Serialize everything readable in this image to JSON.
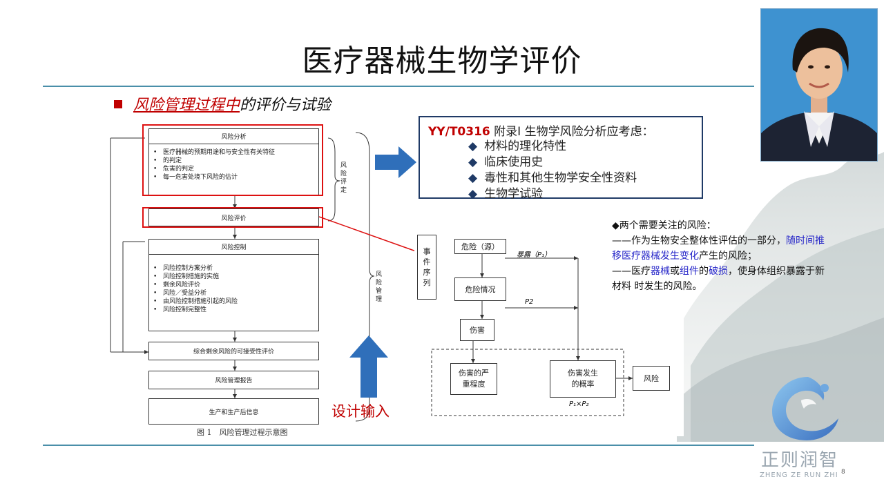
{
  "slide": {
    "title": "医疗器械生物学评价",
    "section_highlight": "风险管理过程中",
    "section_rest": "的评价与试验",
    "page_number": "8"
  },
  "flowchart": {
    "box_analysis": {
      "title": "风险分析",
      "items": [
        "医疗器械的预期用途和与安全性有关特征",
        "的判定",
        "危害的判定",
        "每一危害处境下风险的估计"
      ]
    },
    "box_evaluation": "风险评价",
    "box_control": {
      "title": "风险控制",
      "items": [
        "风险控制方案分析",
        "风险控制措施的实施",
        "剩余风险评价",
        "风险／受益分析",
        "由风险控制措施引起的风险",
        "风险控制完整性"
      ]
    },
    "box_overall": "综合剩余风险的可接受性评价",
    "box_report": "风险管理报告",
    "box_production": "生产和生产后信息",
    "bracket_assessment": "风险评定",
    "bracket_management": "风险管理",
    "caption": "图 1　风险管理过程示意图"
  },
  "design_input": "设计输入",
  "infobox": {
    "std": "YY/T0316",
    "header_rest": " 附录I  生物学风险分析应考虑：",
    "items": [
      "材料的理化特性",
      "临床使用史",
      "毒性和其他生物学安全性资料",
      "生物学试验"
    ]
  },
  "risks": {
    "heading": "◆两个需要关注的风险：",
    "r1_pre": "——作为生物安全整体性评估的一部分，",
    "r1_blue": "随时间推移医疗器械发生变化",
    "r1_post": "产生的风险；",
    "r2_pre": "——医疗",
    "r2_blue1": "器械",
    "r2_mid": "或",
    "r2_blue2": "组件",
    "r2_mid2": "的",
    "r2_blue3": "破损",
    "r2_post": "，使身体组织暴露于新材料 时发生的风险。"
  },
  "event_diagram": {
    "sequence": "事件序列",
    "hazard": "危险（源）",
    "exposure": "暴露（P₁）",
    "situation": "危险情况",
    "p2": "P2",
    "harm": "伤害",
    "severity": "伤害的严重程度",
    "probability": "伤害发生的概率",
    "risk": "风险",
    "formula": "P₁×P₂"
  },
  "logo": {
    "cn": "正则润智",
    "en": "ZHENG ZE RUN ZHI"
  },
  "colors": {
    "accent_red": "#c00000",
    "arrow_blue": "#2f6fba",
    "rule_teal": "#4a8fa9",
    "navy": "#1f3a66"
  }
}
